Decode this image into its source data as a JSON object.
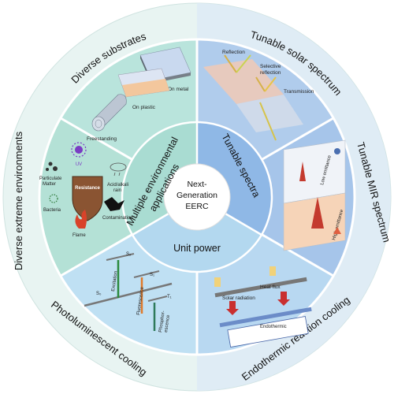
{
  "outer_ring": {
    "top_left": "Diverse substrates",
    "top_right": "Tunable solar spectrum",
    "right": "Tunable MIR spectrum",
    "bottom_right": "Endothermic reaction cooling",
    "bottom_left": "Photoluminescent cooling",
    "left": "Diverse extreme environments"
  },
  "inner_ring": {
    "left": "Multiple environmental applications",
    "left_line1": "Multiple environmental",
    "left_line2": "applications",
    "right": "Tunable spectra",
    "bottom": "Unit power"
  },
  "center": {
    "line1": "Next-",
    "line2": "Generation",
    "line3": "EERC"
  },
  "substrates": {
    "on_metal": "On metal",
    "on_plastic": "On plastic",
    "freestanding": "Freestanding"
  },
  "solar": {
    "reflection": "Reflection",
    "selective_line1": "Selective",
    "selective_line2": "reflection",
    "transmission": "Transmission"
  },
  "mir": {
    "low_emittance": "Low emittance",
    "high_emittance": "High emittance"
  },
  "endothermic": {
    "solar_radiation": "Solar radiation",
    "heat_flux": "Heat flux",
    "endothermic": "Endothermic"
  },
  "photolum": {
    "s0": "S₀",
    "s1": "S₁",
    "s2": "S₂",
    "t1": "T₁",
    "excitation": "Excitation",
    "fluorescence": "Fluorescence",
    "phosphorescence_line1": "Phosphor-",
    "phosphorescence_line2": "escence"
  },
  "extreme": {
    "uv": "UV",
    "particulate_line1": "Particulate",
    "particulate_line2": "Matter",
    "acid_line1": "Acid/alkali",
    "acid_line2": "rain",
    "resistance": "Resistance",
    "bacteria": "Bacteria",
    "contamination": "Contamination",
    "flame": "Flame"
  },
  "colors": {
    "green_sector": "#b7e3da",
    "blue_sector": "#a8c8ec",
    "light_blue_sector": "#bfdcf2",
    "outer_ring": "#e6f3f1",
    "center_fill": "#ffffff"
  }
}
